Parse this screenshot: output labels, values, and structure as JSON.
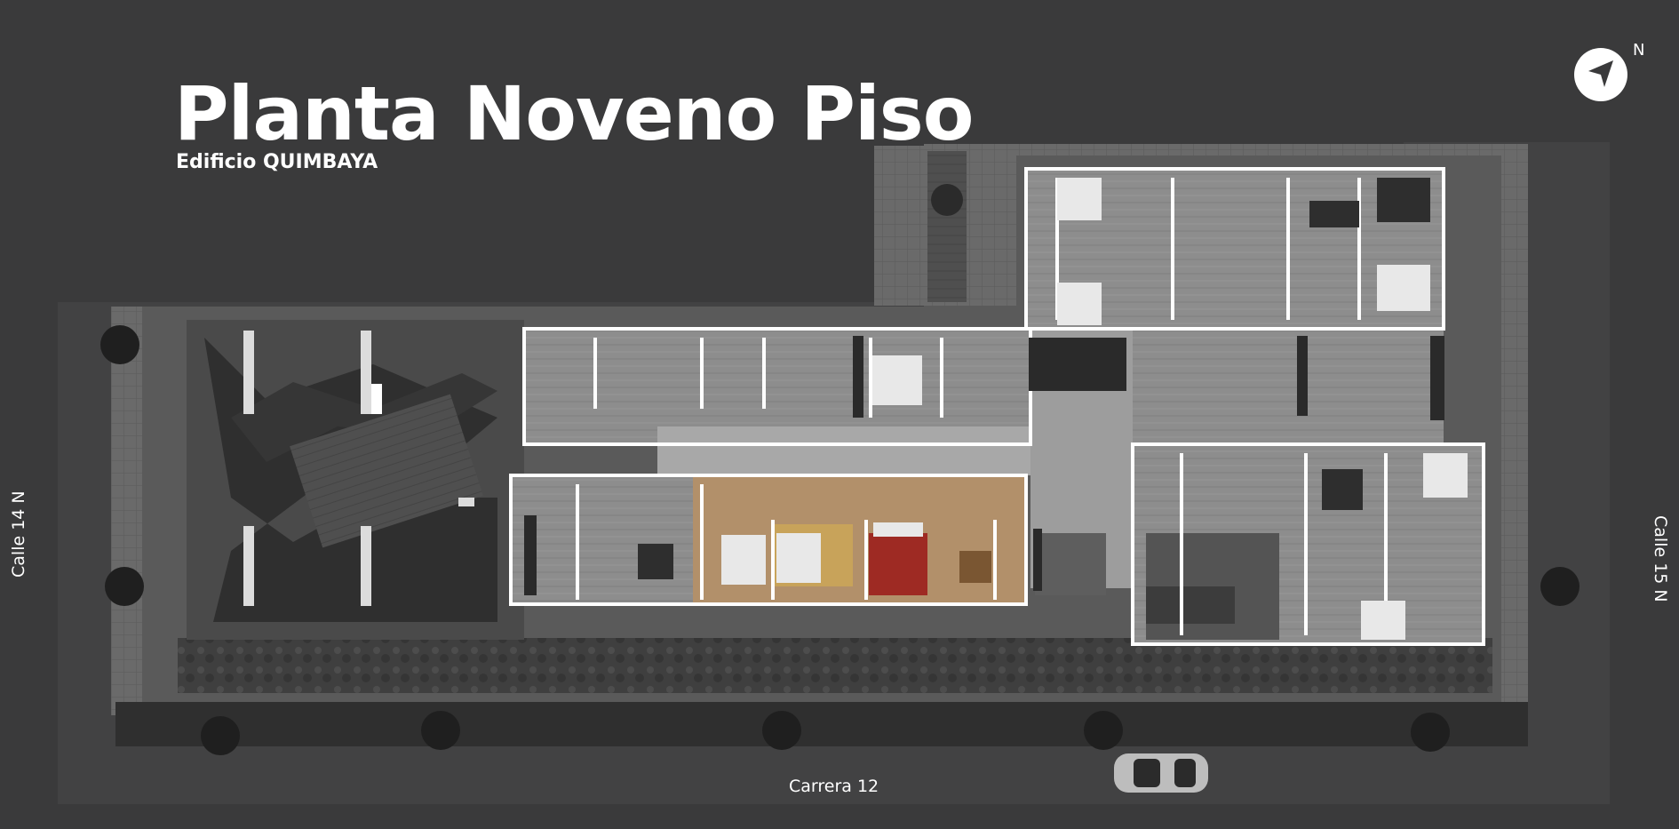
{
  "map": {
    "title": "Planta Noveno Piso",
    "subtitle": "Edificio QUIMBAYA",
    "compass_label": "N",
    "streets": {
      "left": "Calle 14 N",
      "right": "Calle 15 N",
      "bottom": "Carrera 12"
    },
    "icons": [
      "compass-icon",
      "car-icon",
      "tree-icon"
    ]
  }
}
